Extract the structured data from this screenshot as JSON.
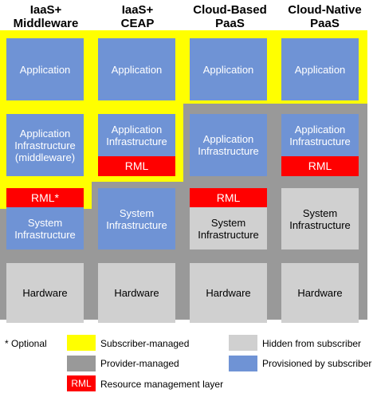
{
  "columns": [
    {
      "header": "IaaS+\nMiddleware"
    },
    {
      "header": "IaaS+\nCEAP"
    },
    {
      "header": "Cloud-Based\nPaaS"
    },
    {
      "header": "Cloud-Native\nPaaS"
    }
  ],
  "layers": {
    "application": "Application",
    "app_infra_middleware": "Application\nInfrastructure\n(middleware)",
    "app_infra": "Application\nInfrastructure",
    "rml_optional": "RML*",
    "rml": "RML",
    "system_infra": "System\nInfrastructure",
    "hardware": "Hardware"
  },
  "legend": {
    "optional_note": "* Optional",
    "subscriber_managed": "Subscriber-managed",
    "provider_managed": "Provider-managed",
    "rml_label": "RML",
    "rml_desc": "Resource management layer",
    "hidden": "Hidden from subscriber",
    "provisioned": "Provisioned by subscriber"
  },
  "colors": {
    "subscriber_managed": "#ffff00",
    "provider_managed": "#999999",
    "hidden": "#d0d0d0",
    "provisioned": "#6f93d5",
    "rml": "#ff0000"
  }
}
